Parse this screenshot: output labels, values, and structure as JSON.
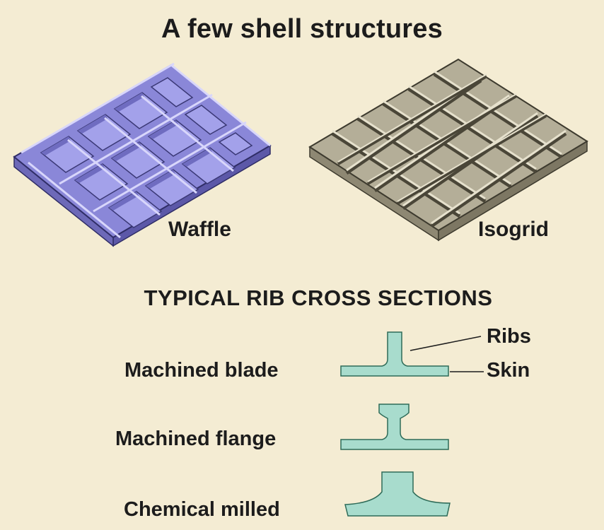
{
  "title": "A few shell structures",
  "structures": {
    "waffle": {
      "label": "Waffle",
      "color": "#8a87d8"
    },
    "isogrid": {
      "label": "Isogrid",
      "color": "#b4ae98"
    }
  },
  "cross_sections": {
    "heading": "TYPICAL RIB CROSS SECTIONS",
    "fill_color": "#a8dccd",
    "callouts": {
      "ribs": "Ribs",
      "skin": "Skin"
    },
    "items": [
      {
        "label": "Machined blade"
      },
      {
        "label": "Machined flange"
      },
      {
        "label": "Chemical milled"
      }
    ]
  }
}
